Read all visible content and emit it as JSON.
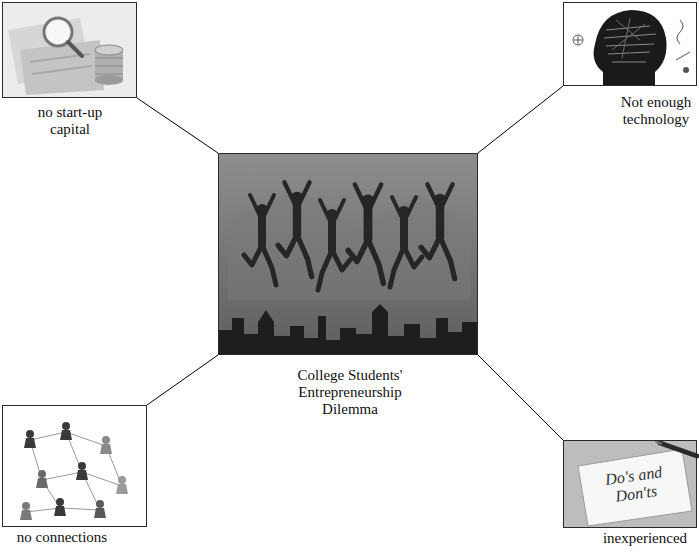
{
  "diagram": {
    "nodes": [
      {
        "text": [
          "no start-up capital"
        ]
      },
      {
        "text": [
          "Not enough technology"
        ]
      },
      {
        "text": [
          "College Students' Entrepreneurship Dilemma"
        ]
      },
      {
        "text": [
          "no connections"
        ]
      },
      {
        "text": [
          "inexperienced"
        ]
      }
    ],
    "edges": [
      {
        "from": 2,
        "to": 0,
        "arrow": "none"
      },
      {
        "from": 2,
        "to": 1,
        "arrow": "none"
      },
      {
        "from": 2,
        "to": 3,
        "arrow": "none"
      },
      {
        "from": 2,
        "to": 4,
        "arrow": "none"
      }
    ],
    "labels": [
      "Do's and Don'ts"
    ]
  }
}
